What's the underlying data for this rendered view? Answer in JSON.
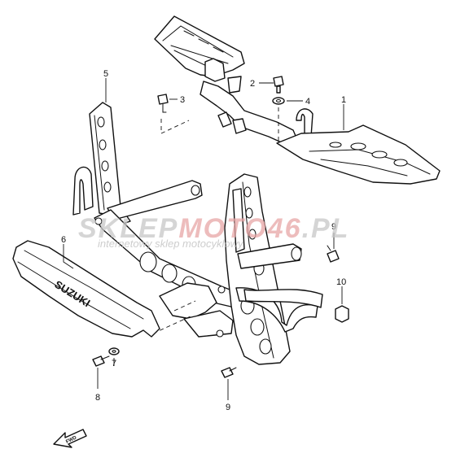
{
  "callouts": {
    "c1": "1",
    "c2": "2",
    "c3": "3",
    "c4": "4",
    "c5": "5",
    "c6": "6",
    "c7": "7",
    "c8": "8",
    "c9a": "9",
    "c9b": "9",
    "c10": "10"
  },
  "watermark": {
    "part1": "SKLEP",
    "part2": "MOTO",
    "part3": "46",
    "part4": ".PL",
    "subtitle": "internetowy sklep motocyklowy"
  },
  "guard_lettering": "SUZUKI",
  "fwd_label": "FWD",
  "colors": {
    "line": "#111111",
    "watermark_grey": "#c8c8c8",
    "watermark_red": "#e7a6a6"
  }
}
